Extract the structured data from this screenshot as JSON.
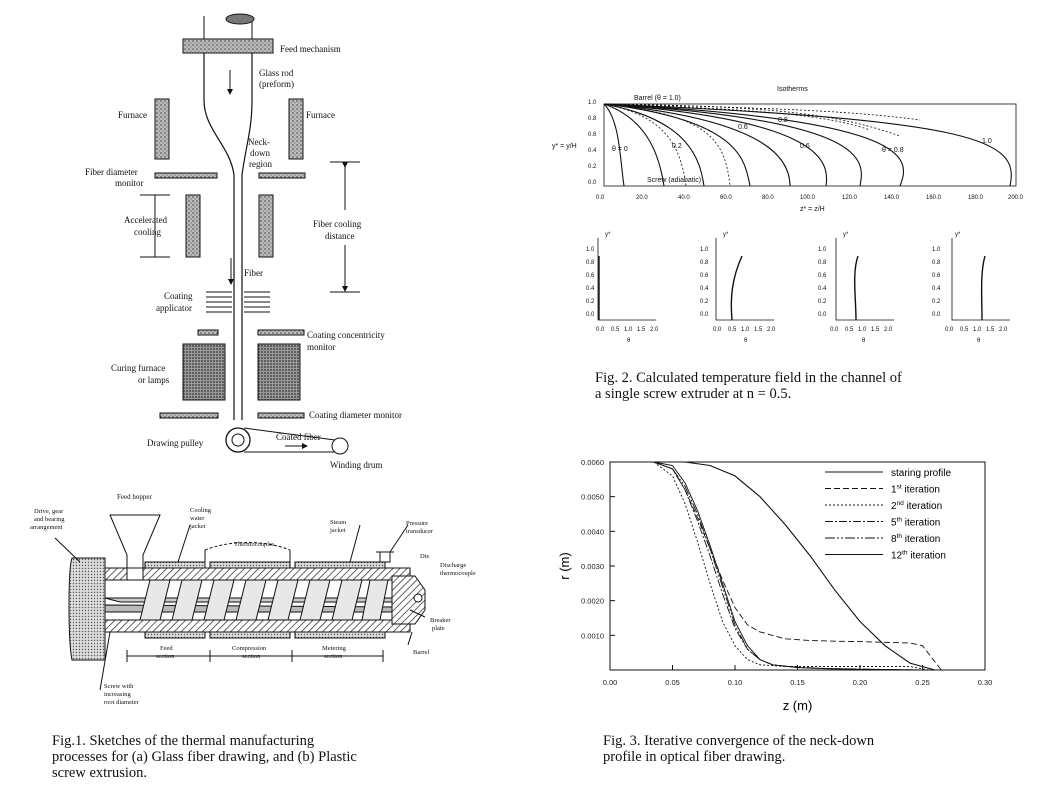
{
  "fig1a": {
    "labels": {
      "feed_mechanism": "Feed mechanism",
      "glass_rod": "Glass rod",
      "preform": "(preform)",
      "furnace_left": "Furnace",
      "furnace_right": "Furnace",
      "neck_down_1": "Neck-",
      "neck_down_2": "down",
      "neck_down_3": "region",
      "fiber_diameter_1": "Fiber diameter",
      "fiber_diameter_2": "monitor",
      "accelerated_1": "Accelerated",
      "accelerated_2": "cooling",
      "fiber_cooling_1": "Fiber cooling",
      "fiber_cooling_2": "distance",
      "fiber": "Fiber",
      "coating_1": "Coating",
      "coating_2": "applicator",
      "concentricity_1": "Coating concentricity",
      "concentricity_2": "monitor",
      "curing_1": "Curing furnace",
      "curing_2": "or lamps",
      "coating_diameter": "Coating diameter monitor",
      "coated_fiber": "Coated fiber",
      "drawing_pulley": "Drawing pulley",
      "winding_drum": "Winding drum"
    }
  },
  "fig1b": {
    "labels": {
      "feed_hopper": "Feed hopper",
      "drive_1": "Drive, gear",
      "drive_2": "and bearing",
      "drive_3": "arrangement",
      "cooling_1": "Cooling",
      "cooling_2": "water",
      "cooling_3": "jacket",
      "thermocouples": "Thermocouples",
      "steam_1": "Steam",
      "steam_2": "jacket",
      "pressure_1": "Pressure",
      "pressure_2": "transducer",
      "die": "Die",
      "discharge_1": "Discharge",
      "discharge_2": "thermocouple",
      "breaker_1": "Breaker",
      "breaker_2": "plate",
      "barrel": "Barrel",
      "feed_1": "Feed",
      "feed_2": "section",
      "compression_1": "Compression",
      "compression_2": "section",
      "metering_1": "Metering",
      "metering_2": "section",
      "screw_1": "Screw with",
      "screw_2": "increasing",
      "screw_3": "root diameter"
    }
  },
  "fig1_caption": {
    "line1": "Fig.1. Sketches of the thermal manufacturing",
    "line2": "processes for (a) Glass fiber drawing, and (b) Plastic",
    "line3": "screw extrusion."
  },
  "fig2": {
    "title": "Isotherms",
    "barrel_label": "Barrel (θ = 1.0)",
    "screw_label": "Screw (adiabatic)",
    "ylabel": "y* = y/H",
    "xlabel": "z* = z/H",
    "yticks": [
      "1.0",
      "0.8",
      "0.6",
      "0.4",
      "0.2",
      "0.0"
    ],
    "xticks": [
      "0.0",
      "20.0",
      "40.0",
      "60.0",
      "80.0",
      "100.0",
      "120.0",
      "140.0",
      "160.0",
      "180.0",
      "200.0"
    ],
    "contour_labels": [
      "θ = 0",
      "0.2",
      "0.6",
      "0.8",
      "0.6",
      "θ = 0.8",
      "1.0"
    ],
    "profile_ylabel": "y*",
    "profile_yticks": [
      "1.0",
      "0.8",
      "0.6",
      "0.4",
      "0.2",
      "0.0"
    ],
    "profile_xticks": [
      "0.0",
      "0.5",
      "1.0",
      "1.5",
      "2.0"
    ],
    "profile_xlabel": "θ"
  },
  "fig2_caption": {
    "line1": "Fig. 2. Calculated temperature field in the channel of",
    "line2": "a single screw extruder at n = 0.5."
  },
  "chart_data": {
    "type": "line",
    "xlabel": "z (m)",
    "ylabel": "r (m)",
    "xlim": [
      0.0,
      0.3
    ],
    "ylim": [
      0.0,
      0.006
    ],
    "xticks": [
      "0.00",
      "0.05",
      "0.10",
      "0.15",
      "0.20",
      "0.25",
      "0.30"
    ],
    "yticks": [
      "0.0060",
      "0.0050",
      "0.0040",
      "0.0030",
      "0.0020",
      "0.0010"
    ],
    "legend_position": "top-right",
    "series": [
      {
        "name": "staring profile",
        "dash": "",
        "x": [
          0.0,
          0.035,
          0.06,
          0.08,
          0.1,
          0.12,
          0.14,
          0.16,
          0.18,
          0.2,
          0.22,
          0.24,
          0.26
        ],
        "y": [
          0.006,
          0.006,
          0.006,
          0.0059,
          0.0056,
          0.005,
          0.0042,
          0.0033,
          0.0023,
          0.0014,
          0.0007,
          0.0002,
          0.0
        ]
      },
      {
        "name": "1st iteration",
        "dash": "6,3",
        "x": [
          0.035,
          0.05,
          0.06,
          0.07,
          0.08,
          0.09,
          0.1,
          0.11,
          0.12,
          0.14,
          0.16,
          0.18,
          0.2,
          0.22,
          0.24,
          0.25,
          0.265
        ],
        "y": [
          0.006,
          0.0058,
          0.0052,
          0.0044,
          0.0035,
          0.0026,
          0.0018,
          0.0013,
          0.0011,
          0.0009,
          0.00085,
          0.00083,
          0.00082,
          0.0008,
          0.00078,
          0.0007,
          0.0
        ]
      },
      {
        "name": "2nd iteration",
        "dash": "2,2",
        "x": [
          0.035,
          0.05,
          0.06,
          0.07,
          0.08,
          0.09,
          0.1,
          0.11,
          0.12,
          0.14,
          0.16,
          0.18,
          0.2,
          0.22,
          0.24,
          0.255
        ],
        "y": [
          0.006,
          0.0056,
          0.0048,
          0.0037,
          0.0025,
          0.0014,
          0.0007,
          0.0003,
          0.00015,
          0.0001,
          0.0001,
          0.0001,
          0.0001,
          0.0001,
          0.0001,
          0.0
        ]
      },
      {
        "name": "5th iteration",
        "dash": "8,2,2,2",
        "x": [
          0.035,
          0.05,
          0.06,
          0.07,
          0.08,
          0.09,
          0.1,
          0.11,
          0.12,
          0.13,
          0.15,
          0.17,
          0.2,
          0.25
        ],
        "y": [
          0.006,
          0.0058,
          0.0052,
          0.0043,
          0.0033,
          0.0022,
          0.0012,
          0.0006,
          0.0003,
          0.00015,
          8e-05,
          5e-05,
          3e-05,
          0.0
        ]
      },
      {
        "name": "8th iteration",
        "dash": "10,2,2,2,2,2",
        "x": [
          0.035,
          0.05,
          0.06,
          0.07,
          0.08,
          0.09,
          0.1,
          0.11,
          0.12,
          0.13,
          0.15,
          0.17,
          0.2,
          0.25
        ],
        "y": [
          0.006,
          0.0058,
          0.0053,
          0.0045,
          0.0035,
          0.0024,
          0.0013,
          0.0006,
          0.0003,
          0.00015,
          7e-05,
          4e-05,
          2e-05,
          0.0
        ]
      },
      {
        "name": "12th iteration",
        "dash": "",
        "x": [
          0.035,
          0.05,
          0.06,
          0.07,
          0.08,
          0.09,
          0.1,
          0.11,
          0.12,
          0.13,
          0.15,
          0.17,
          0.2,
          0.25
        ],
        "y": [
          0.006,
          0.0059,
          0.0054,
          0.0046,
          0.0036,
          0.0025,
          0.0014,
          0.0007,
          0.0003,
          0.00015,
          7e-05,
          4e-05,
          2e-05,
          0.0
        ]
      }
    ]
  },
  "fig3_legend": [
    {
      "text": "staring profile",
      "sup": ""
    },
    {
      "text": " iteration",
      "pre": "1",
      "sup": "st"
    },
    {
      "text": " iteration",
      "pre": "2",
      "sup": "nd"
    },
    {
      "text": " iteration",
      "pre": "5",
      "sup": "th"
    },
    {
      "text": " iteration",
      "pre": "8",
      "sup": "th"
    },
    {
      "text": " iteration",
      "pre": "12",
      "sup": "th"
    }
  ],
  "fig3_caption": {
    "line1": "Fig. 3. Iterative convergence of the neck-down",
    "line2": "profile in optical fiber drawing."
  }
}
